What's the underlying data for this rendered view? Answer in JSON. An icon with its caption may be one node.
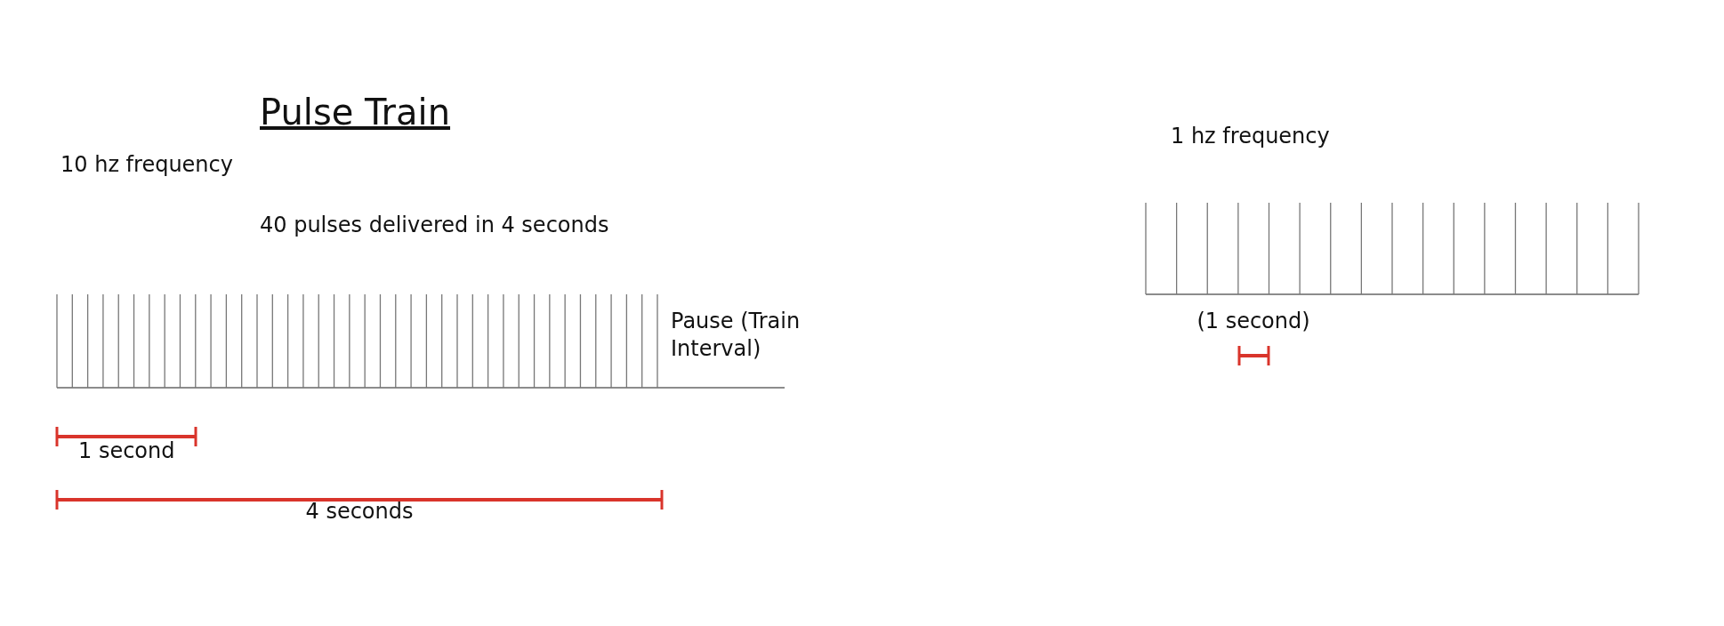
{
  "diagram": {
    "title": "Pulse Train",
    "labels": [
      "10 hz frequency",
      "40 pulses delivered in 4 seconds",
      "Pause (Train Interval)",
      "1 second",
      "4 seconds",
      "1 hz frequency",
      "(1 second)"
    ]
  }
}
